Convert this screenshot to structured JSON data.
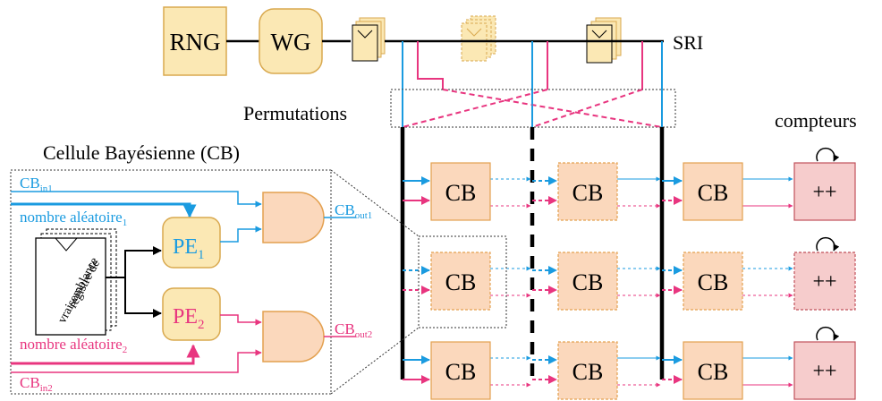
{
  "top": {
    "rng": "RNG",
    "wg": "WG",
    "sri": "SRI",
    "permutations": "Permutations",
    "counters": "compteurs"
  },
  "cell": {
    "title": "Cellule Bayésienne (CB)",
    "cb_in1": "CB",
    "cb_in1_sub": "in1",
    "cb_in2": "CB",
    "cb_in2_sub": "in2",
    "rand1": "nombre aléatoire",
    "rand1_sub": "1",
    "rand2": "nombre aléatoire",
    "rand2_sub": "2",
    "pe1": "PE",
    "pe1_sub": "1",
    "pe2": "PE",
    "pe2_sub": "2",
    "out1": "CB",
    "out1_sub": "out1",
    "out2": "CB",
    "out2_sub": "out2",
    "reg_line1": "registre de",
    "reg_line2": "vraisemblance"
  },
  "grid": {
    "cb_label": "CB",
    "counter_label": "++"
  },
  "colors": {
    "blue": "#1a9be0",
    "pink": "#e8357f",
    "box_yellow": "#fbe8b4",
    "box_yellow_stroke": "#d9a94f",
    "cb_fill": "#fbd8bc",
    "cb_stroke": "#e3a04f",
    "counter_fill": "#f6cccc",
    "counter_stroke": "#c0505a"
  }
}
